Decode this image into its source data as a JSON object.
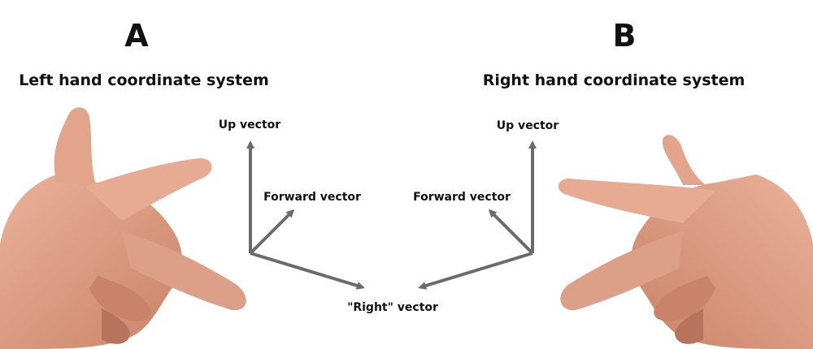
{
  "panels": [
    {
      "letter": "A",
      "heading": "Left hand coordinate system"
    },
    {
      "letter": "B",
      "heading": "Right hand coordinate system"
    }
  ],
  "labels": {
    "up_left": "Up vector",
    "forward_left": "Forward vector",
    "up_right": "Up vector",
    "forward_right": "Forward vector",
    "right_shared": "\"Right\" vector"
  },
  "colors": {
    "arrow": "#6b6b6b",
    "skin": "#e0a48a",
    "skin_shadow": "#b8735c",
    "text": "#111111"
  },
  "icons": {
    "left_hand": "left-hand-gesture-photo",
    "right_hand": "right-hand-gesture-photo"
  }
}
